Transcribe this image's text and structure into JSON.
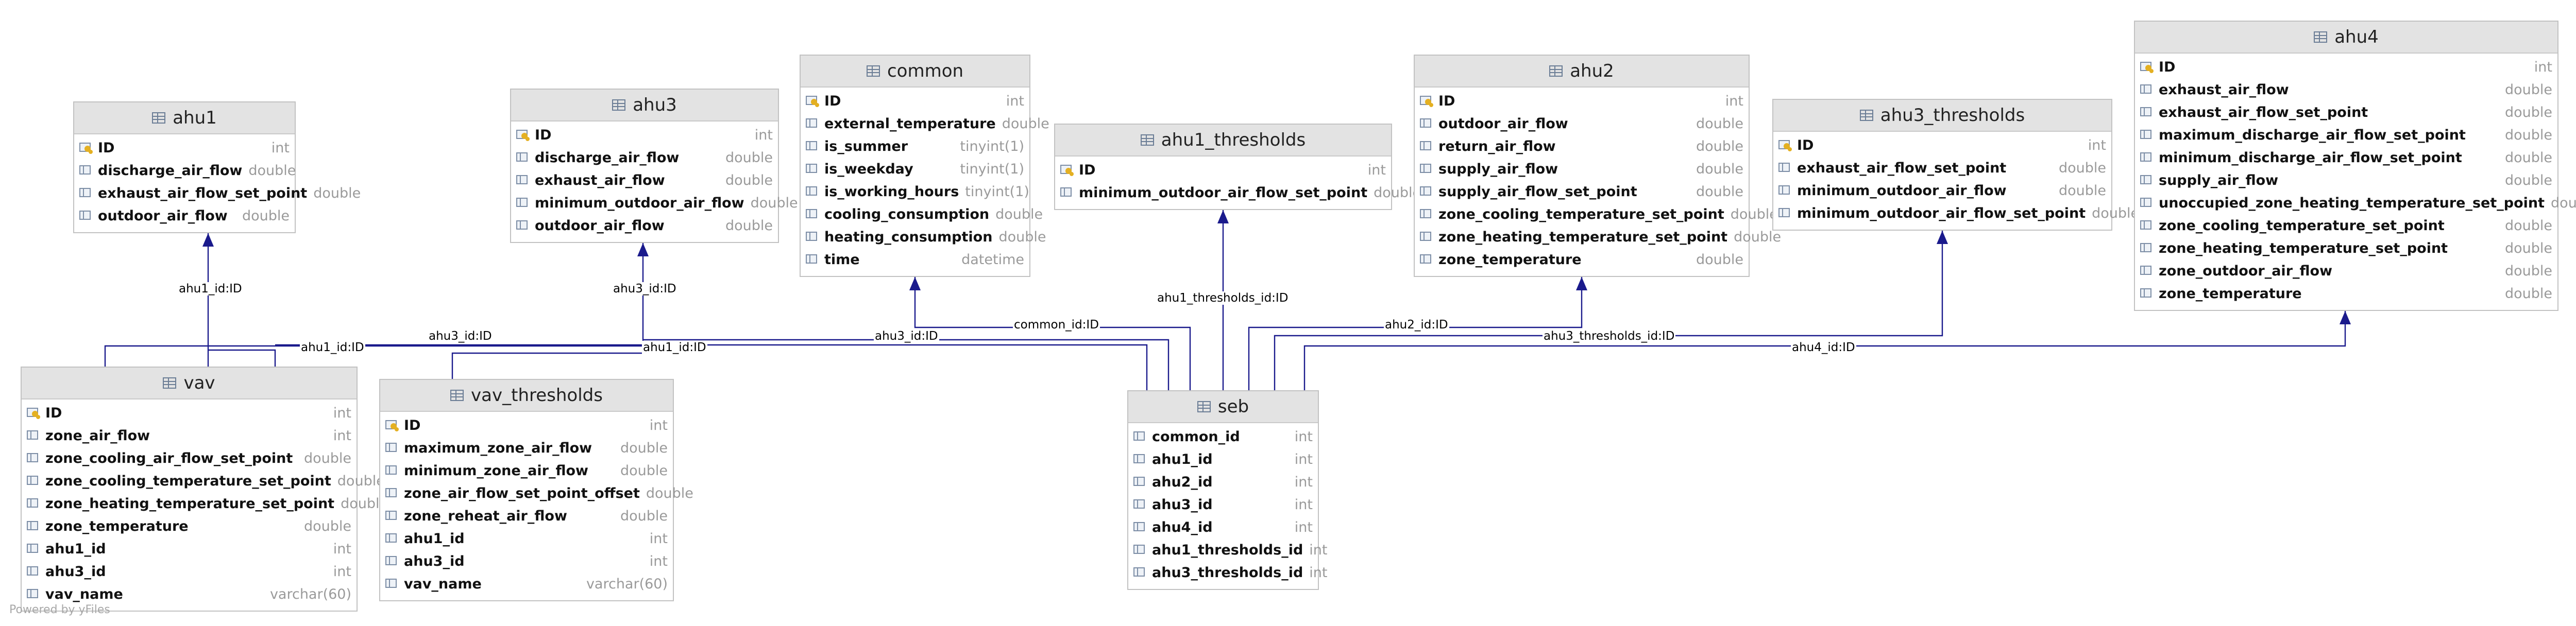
{
  "tables": {
    "ahu1": {
      "name": "ahu1",
      "columns": [
        {
          "name": "ID",
          "type": "int",
          "pk": true
        },
        {
          "name": "discharge_air_flow",
          "type": "double"
        },
        {
          "name": "exhaust_air_flow_set_point",
          "type": "double"
        },
        {
          "name": "outdoor_air_flow",
          "type": "double"
        }
      ]
    },
    "ahu3": {
      "name": "ahu3",
      "columns": [
        {
          "name": "ID",
          "type": "int",
          "pk": true
        },
        {
          "name": "discharge_air_flow",
          "type": "double"
        },
        {
          "name": "exhaust_air_flow",
          "type": "double"
        },
        {
          "name": "minimum_outdoor_air_flow",
          "type": "double"
        },
        {
          "name": "outdoor_air_flow",
          "type": "double"
        }
      ]
    },
    "common": {
      "name": "common",
      "columns": [
        {
          "name": "ID",
          "type": "int",
          "pk": true
        },
        {
          "name": "external_temperature",
          "type": "double"
        },
        {
          "name": "is_summer",
          "type": "tinyint(1)"
        },
        {
          "name": "is_weekday",
          "type": "tinyint(1)"
        },
        {
          "name": "is_working_hours",
          "type": "tinyint(1)"
        },
        {
          "name": "cooling_consumption",
          "type": "double"
        },
        {
          "name": "heating_consumption",
          "type": "double"
        },
        {
          "name": "time",
          "type": "datetime"
        }
      ]
    },
    "ahu1_thresholds": {
      "name": "ahu1_thresholds",
      "columns": [
        {
          "name": "ID",
          "type": "int",
          "pk": true
        },
        {
          "name": "minimum_outdoor_air_flow_set_point",
          "type": "double"
        }
      ]
    },
    "ahu2": {
      "name": "ahu2",
      "columns": [
        {
          "name": "ID",
          "type": "int",
          "pk": true
        },
        {
          "name": "outdoor_air_flow",
          "type": "double"
        },
        {
          "name": "return_air_flow",
          "type": "double"
        },
        {
          "name": "supply_air_flow",
          "type": "double"
        },
        {
          "name": "supply_air_flow_set_point",
          "type": "double"
        },
        {
          "name": "zone_cooling_temperature_set_point",
          "type": "double"
        },
        {
          "name": "zone_heating_temperature_set_point",
          "type": "double"
        },
        {
          "name": "zone_temperature",
          "type": "double"
        }
      ]
    },
    "ahu3_thresholds": {
      "name": "ahu3_thresholds",
      "columns": [
        {
          "name": "ID",
          "type": "int",
          "pk": true
        },
        {
          "name": "exhaust_air_flow_set_point",
          "type": "double"
        },
        {
          "name": "minimum_outdoor_air_flow",
          "type": "double"
        },
        {
          "name": "minimum_outdoor_air_flow_set_point",
          "type": "double"
        }
      ]
    },
    "ahu4": {
      "name": "ahu4",
      "columns": [
        {
          "name": "ID",
          "type": "int",
          "pk": true
        },
        {
          "name": "exhaust_air_flow",
          "type": "double"
        },
        {
          "name": "exhaust_air_flow_set_point",
          "type": "double"
        },
        {
          "name": "maximum_discharge_air_flow_set_point",
          "type": "double"
        },
        {
          "name": "minimum_discharge_air_flow_set_point",
          "type": "double"
        },
        {
          "name": "supply_air_flow",
          "type": "double"
        },
        {
          "name": "unoccupied_zone_heating_temperature_set_point",
          "type": "double"
        },
        {
          "name": "zone_cooling_temperature_set_point",
          "type": "double"
        },
        {
          "name": "zone_heating_temperature_set_point",
          "type": "double"
        },
        {
          "name": "zone_outdoor_air_flow",
          "type": "double"
        },
        {
          "name": "zone_temperature",
          "type": "double"
        }
      ]
    },
    "vav": {
      "name": "vav",
      "columns": [
        {
          "name": "ID",
          "type": "int",
          "pk": true
        },
        {
          "name": "zone_air_flow",
          "type": "int"
        },
        {
          "name": "zone_cooling_air_flow_set_point",
          "type": "double"
        },
        {
          "name": "zone_cooling_temperature_set_point",
          "type": "double"
        },
        {
          "name": "zone_heating_temperature_set_point",
          "type": "double"
        },
        {
          "name": "zone_temperature",
          "type": "double"
        },
        {
          "name": "ahu1_id",
          "type": "int"
        },
        {
          "name": "ahu3_id",
          "type": "int"
        },
        {
          "name": "vav_name",
          "type": "varchar(60)"
        }
      ]
    },
    "vav_thresholds": {
      "name": "vav_thresholds",
      "columns": [
        {
          "name": "ID",
          "type": "int",
          "pk": true
        },
        {
          "name": "maximum_zone_air_flow",
          "type": "double"
        },
        {
          "name": "minimum_zone_air_flow",
          "type": "double"
        },
        {
          "name": "zone_air_flow_set_point_offset",
          "type": "double"
        },
        {
          "name": "zone_reheat_air_flow",
          "type": "double"
        },
        {
          "name": "ahu1_id",
          "type": "int"
        },
        {
          "name": "ahu3_id",
          "type": "int"
        },
        {
          "name": "vav_name",
          "type": "varchar(60)"
        }
      ]
    },
    "seb": {
      "name": "seb",
      "columns": [
        {
          "name": "common_id",
          "type": "int"
        },
        {
          "name": "ahu1_id",
          "type": "int"
        },
        {
          "name": "ahu2_id",
          "type": "int"
        },
        {
          "name": "ahu3_id",
          "type": "int"
        },
        {
          "name": "ahu4_id",
          "type": "int"
        },
        {
          "name": "ahu1_thresholds_id",
          "type": "int"
        },
        {
          "name": "ahu3_thresholds_id",
          "type": "int"
        }
      ]
    }
  },
  "edges": [
    {
      "id": "vav-ahu1",
      "label": "ahu1_id:ID"
    },
    {
      "id": "vav-ahu3",
      "label": "ahu3_id:ID"
    },
    {
      "id": "vt-ahu1",
      "label": "ahu1_id:ID"
    },
    {
      "id": "vt-ahu3",
      "label": "ahu3_id:ID"
    },
    {
      "id": "seb-ahu1",
      "label": "ahu1_id:ID"
    },
    {
      "id": "seb-ahu3",
      "label": "ahu3_id:ID"
    },
    {
      "id": "seb-common",
      "label": "common_id:ID"
    },
    {
      "id": "seb-ahu1t",
      "label": "ahu1_thresholds_id:ID"
    },
    {
      "id": "seb-ahu2",
      "label": "ahu2_id:ID"
    },
    {
      "id": "seb-ahu3t",
      "label": "ahu3_thresholds_id:ID"
    },
    {
      "id": "seb-ahu4",
      "label": "ahu4_id:ID"
    }
  ],
  "footer": "Powered by yFiles",
  "colors": {
    "edge": "#1a1a8c",
    "header": "#e3e3e3",
    "border": "#c2c2c2"
  }
}
